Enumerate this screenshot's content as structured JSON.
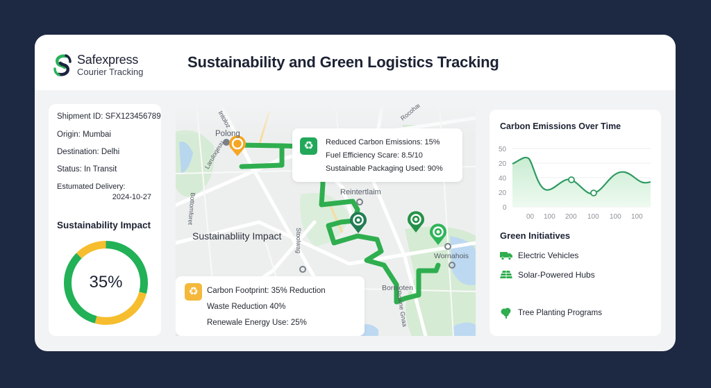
{
  "header": {
    "brand_name": "Safexpress",
    "brand_sub": "Courier Tracking",
    "title": "Sustainability and Green Logistics Tracking",
    "logo_icon": "swirl-s-logo-icon"
  },
  "shipment": {
    "id": "Shipment ID: SFX123456789",
    "origin": "Origin: Mumbai",
    "destination": "Destination: Delhi",
    "status": "Status: In Transit",
    "delivery_label": "Estumated Delivery:",
    "delivery_date": "2024-10-27"
  },
  "impact": {
    "title": "Sustainability Impact",
    "percent": "35%",
    "segments": [
      {
        "color": "#22b156",
        "start_deg": 0,
        "end_deg": 105
      },
      {
        "color": "#f6bd2e",
        "start_deg": 105,
        "end_deg": 195
      },
      {
        "color": "#22b156",
        "start_deg": 195,
        "end_deg": 315
      },
      {
        "color": "#f6bd2e",
        "start_deg": 315,
        "end_deg": 360
      }
    ]
  },
  "map": {
    "labels": {
      "polong": "Polong",
      "reintertaim": "Reintertlaim",
      "wornahois": "Wornahois",
      "bornioten": "Bornioten",
      "street_1": "Laruloqeuu",
      "street_2": "Bottomforet",
      "street_3": "Stoolwag",
      "street_4": "Rowne Gnaa",
      "street_5": "Intoloz",
      "street_6": "Rocohai"
    },
    "overlay_title": "Sustainabliity Impact",
    "top_card": {
      "icon": "recycle-icon",
      "icon_color": "#22a85a",
      "lines": [
        "Reduced Carbon Emissions: 15%",
        "Fuel Efficiency Scare: 8.5/10",
        "Sustainable Packaging Used: 90%"
      ]
    },
    "bottom_card": {
      "icon": "recycle-icon",
      "icon_color": "#f4b83b",
      "lines": [
        "Carbon Footprint: 35% Reduction",
        "Waste Reduction 40%",
        "Renewale Energy Use: 25%"
      ]
    },
    "route_color": "#2fae4f",
    "origin_pin_color": "#f5a623",
    "stop_pin_color": "#27a152"
  },
  "chart_data": {
    "type": "area",
    "title": "Carbon Emissions Over Time",
    "xlabel": "",
    "ylabel": "",
    "y_tick_labels": [
      "50",
      "20",
      "40",
      "20",
      "0"
    ],
    "x_tick_labels": [
      "00",
      "100",
      "200",
      "100",
      "100",
      "100"
    ],
    "series": [
      {
        "name": "Carbon Emissions",
        "color": "#2e9a62",
        "points": [
          {
            "x": 0,
            "y": 30
          },
          {
            "x": 0.11,
            "y": 34
          },
          {
            "x": 0.23,
            "y": 12
          },
          {
            "x": 0.43,
            "y": 19
          },
          {
            "x": 0.59,
            "y": 10
          },
          {
            "x": 0.82,
            "y": 25
          },
          {
            "x": 1.0,
            "y": 18
          }
        ],
        "markers": [
          {
            "x": 0.43,
            "y": 19
          },
          {
            "x": 0.59,
            "y": 10
          }
        ]
      }
    ],
    "grid": true,
    "legend": "none"
  },
  "green_initiatives": {
    "title": "Green Initiatives",
    "items": [
      {
        "label": "Electric Vehicles",
        "icon": "truck-icon"
      },
      {
        "label": "Solar-Powered Hubs",
        "icon": "solar-panel-icon"
      },
      {
        "label": "Tree Planting Programs",
        "icon": "tree-icon"
      }
    ]
  }
}
